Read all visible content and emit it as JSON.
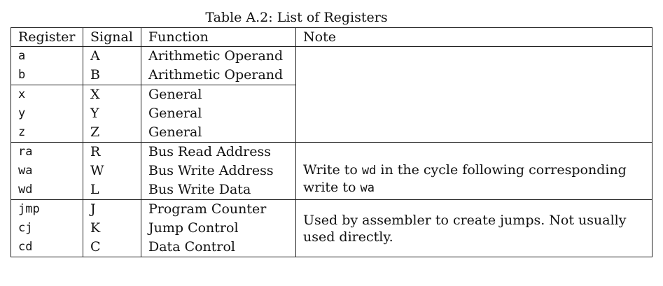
{
  "caption": "Table A.2: List of Registers",
  "columns": [
    "Register",
    "Signal",
    "Function",
    "Note"
  ],
  "rows": [
    {
      "register": "a",
      "signal": "A",
      "function": "Arithmetic Operand"
    },
    {
      "register": "b",
      "signal": "B",
      "function": "Arithmetic Operand"
    },
    {
      "register": "x",
      "signal": "X",
      "function": "General"
    },
    {
      "register": "y",
      "signal": "Y",
      "function": "General"
    },
    {
      "register": "z",
      "signal": "Z",
      "function": "General"
    },
    {
      "register": "ra",
      "signal": "R",
      "function": "Bus Read Address"
    },
    {
      "register": "wa",
      "signal": "W",
      "function": "Bus Write Address"
    },
    {
      "register": "wd",
      "signal": "L",
      "function": "Bus Write Data"
    },
    {
      "register": "jmp",
      "signal": "J",
      "function": "Program Counter"
    },
    {
      "register": "cj",
      "signal": "K",
      "function": "Jump Control"
    },
    {
      "register": "cd",
      "signal": "C",
      "function": "Data Control"
    }
  ],
  "notes": {
    "bus_write": {
      "part1": "Write to ",
      "code1": "wd",
      "part2": " in the cycle following corresponding write to ",
      "code2": "wa"
    },
    "control": "Used by assembler to create jumps. Not usually used directly."
  }
}
